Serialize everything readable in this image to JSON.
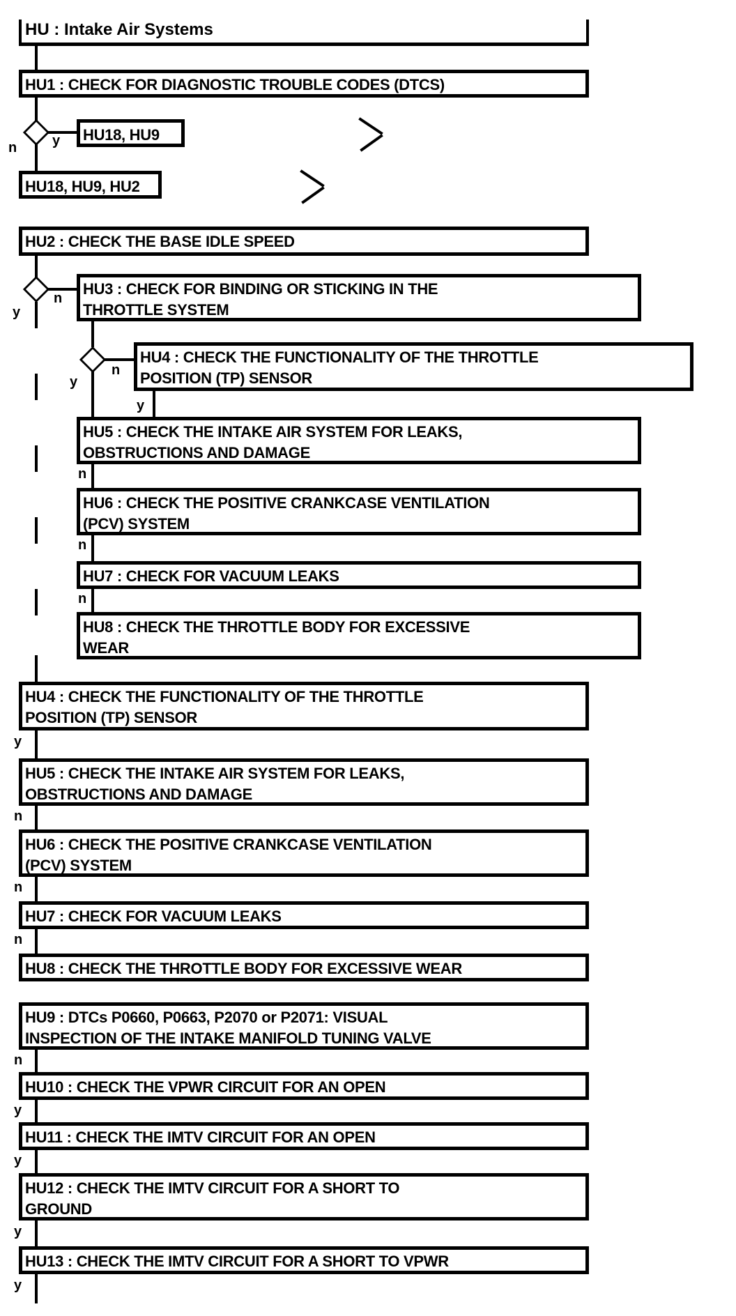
{
  "page": {
    "background": "#ffffff",
    "line_color": "#000000",
    "description": "Pinpoint test flowchart"
  },
  "branch_labels": {
    "yes": "y",
    "no": "n"
  },
  "icons": {
    "decision": "diamond",
    "continuation": "right-chevron"
  },
  "nodes": {
    "title": {
      "label": "HU : Intake Air Systems"
    },
    "hu1": {
      "label": "HU1 : CHECK FOR DIAGNOSTIC TROUBLE CODES (DTCS)"
    },
    "hu18_hu9": {
      "label": "HU18, HU9"
    },
    "hu18_hu9_hu2": {
      "label": "HU18, HU9, HU2"
    },
    "hu2": {
      "label": "HU2 : CHECK THE BASE IDLE SPEED"
    },
    "hu3": {
      "label": "HU3 : CHECK FOR BINDING OR STICKING IN THE\nTHROTTLE SYSTEM"
    },
    "hu4_nested": {
      "label": "HU4 : CHECK THE FUNCTIONALITY OF THE THROTTLE\nPOSITION (TP) SENSOR"
    },
    "hu5_nested": {
      "label": "HU5 : CHECK THE INTAKE AIR SYSTEM FOR LEAKS,\nOBSTRUCTIONS AND DAMAGE"
    },
    "hu6_nested": {
      "label": "HU6 : CHECK THE POSITIVE CRANKCASE VENTILATION\n(PCV) SYSTEM"
    },
    "hu7_nested": {
      "label": "HU7 : CHECK FOR VACUUM LEAKS"
    },
    "hu8_nested": {
      "label": "HU8 : CHECK THE THROTTLE BODY FOR EXCESSIVE\nWEAR"
    },
    "hu4": {
      "label": "HU4 : CHECK THE FUNCTIONALITY OF THE THROTTLE\nPOSITION (TP) SENSOR"
    },
    "hu5": {
      "label": "HU5 : CHECK THE INTAKE AIR SYSTEM FOR LEAKS,\nOBSTRUCTIONS AND DAMAGE"
    },
    "hu6": {
      "label": "HU6 : CHECK THE POSITIVE CRANKCASE VENTILATION\n(PCV) SYSTEM"
    },
    "hu7": {
      "label": "HU7 : CHECK FOR VACUUM LEAKS"
    },
    "hu8": {
      "label": "HU8 : CHECK THE THROTTLE BODY FOR EXCESSIVE WEAR"
    },
    "hu9": {
      "label": "HU9 : DTCs P0660, P0663, P2070 or P2071: VISUAL\nINSPECTION OF THE INTAKE MANIFOLD TUNING VALVE"
    },
    "hu10": {
      "label": "HU10 : CHECK THE VPWR CIRCUIT FOR AN OPEN"
    },
    "hu11": {
      "label": "HU11 : CHECK THE IMTV CIRCUIT FOR AN OPEN"
    },
    "hu12": {
      "label": "HU12 : CHECK THE IMTV CIRCUIT FOR A SHORT TO\nGROUND"
    },
    "hu13": {
      "label": "HU13 : CHECK THE IMTV CIRCUIT FOR A SHORT TO VPWR"
    }
  }
}
